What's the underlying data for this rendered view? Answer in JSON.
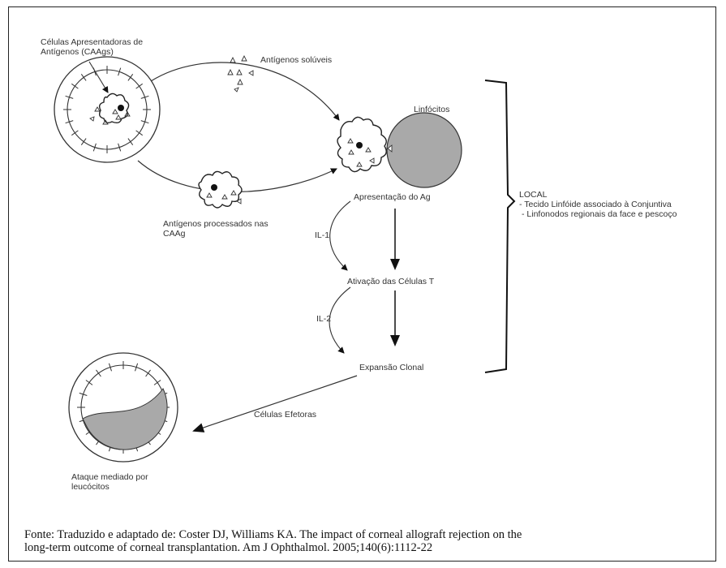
{
  "labels": {
    "apc_title_1": "Células Apresentadoras de",
    "apc_title_2": "Antígenos (CAAgs)",
    "soluble_antigens": "Antígenos solúveis",
    "lymphocytes": "Linfócitos",
    "processed_1": "Antígenos processados nas",
    "processed_2": "CAAg",
    "ag_presentation": "Apresentação do Ag",
    "il1": "IL-1",
    "t_activation": "Ativação das Células T",
    "il2": "IL-2",
    "clonal_expansion": "Expansão Clonal",
    "effector_cells": "Células Efetoras",
    "attack_1": "Ataque mediado por",
    "attack_2": "leucócitos",
    "local_title": "LOCAL",
    "local_item_1": "- Tecido Linfóide associado à Conjuntiva",
    "local_item_2": "- Linfonodos regionais da face e pescoço"
  },
  "caption": {
    "line_1": "Fonte: Traduzido e adaptado de: Coster DJ, Williams KA. The impact of corneal allograft rejection on the",
    "line_2": "long-term outcome of corneal transplantation. Am J Ophthalmol. 2005;140(6):1112-22"
  },
  "colors": {
    "lymphocyte_fill": "#a9a9a9",
    "line": "#333333",
    "arrowhead": "#111111"
  }
}
